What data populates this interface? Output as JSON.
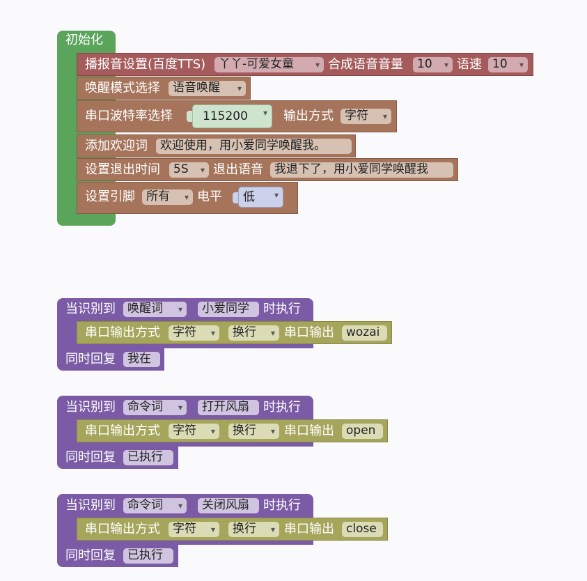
{
  "init_block": {
    "title": "初始化",
    "tts": {
      "label": "播报音设置(百度TTS)",
      "voice": "丫丫-可爱女童",
      "volume_label": "合成语音音量",
      "volume": "10",
      "speed_label": "语速",
      "speed": "10"
    },
    "wake_mode": {
      "label": "唤醒模式选择",
      "value": "语音唤醒"
    },
    "serial": {
      "label": "串口波特率选择",
      "baud": "115200",
      "output_label": "输出方式",
      "output": "字符"
    },
    "welcome": {
      "label": "添加欢迎词",
      "value": "欢迎使用，用小爱同学唤醒我。"
    },
    "exit": {
      "label": "设置退出时间",
      "time": "5S",
      "voice_label": "退出语音",
      "voice_value": "我退下了，用小爱同学唤醒我"
    },
    "pin": {
      "label": "设置引脚",
      "pin": "所有",
      "level_label": "电平",
      "level": "低"
    }
  },
  "events": [
    {
      "when_label": "当识别到",
      "type": "唤醒词",
      "word": "小爱同学",
      "exec_label": "时执行",
      "serial_label": "串口输出方式",
      "serial_mode": "字符",
      "newline": "换行",
      "out_label": "串口输出",
      "out_value": "wozai",
      "reply_label": "同时回复",
      "reply": "我在"
    },
    {
      "when_label": "当识别到",
      "type": "命令词",
      "word": "打开风扇",
      "exec_label": "时执行",
      "serial_label": "串口输出方式",
      "serial_mode": "字符",
      "newline": "换行",
      "out_label": "串口输出",
      "out_value": "open",
      "reply_label": "同时回复",
      "reply": "已执行"
    },
    {
      "when_label": "当识别到",
      "type": "命令词",
      "word": "关闭风扇",
      "exec_label": "时执行",
      "serial_label": "串口输出方式",
      "serial_mode": "字符",
      "newline": "换行",
      "out_label": "串口输出",
      "out_value": "close",
      "reply_label": "同时回复",
      "reply": "已执行"
    }
  ],
  "colors": {
    "init": "#5ba45b",
    "tts": "#a55b5b",
    "setting": "#a5745b",
    "event": "#7b5ba5",
    "serial": "#a5a55b"
  }
}
